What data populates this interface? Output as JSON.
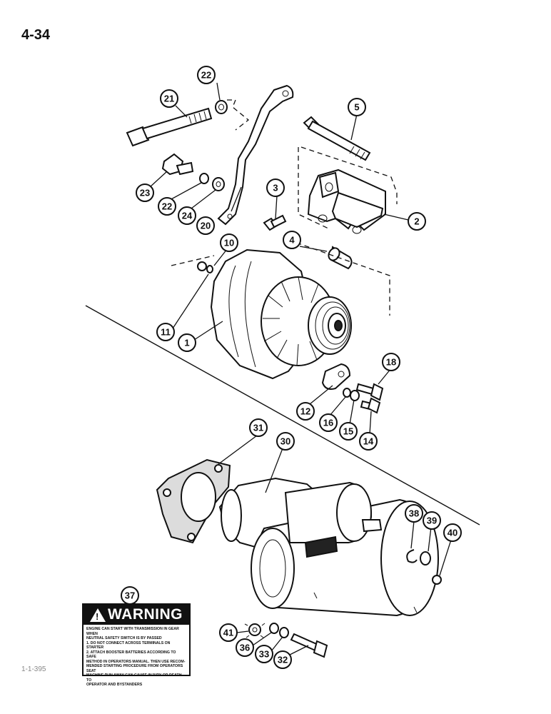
{
  "page": {
    "number": "4-34",
    "figure_code": "1-1-395"
  },
  "callouts": {
    "c1": "1",
    "c2": "2",
    "c3": "3",
    "c4": "4",
    "c5": "5",
    "c10": "10",
    "c11": "11",
    "c12": "12",
    "c14": "14",
    "c15": "15",
    "c16": "16",
    "c18": "18",
    "c20": "20",
    "c21": "21",
    "c22a": "22",
    "c22b": "22",
    "c23": "23",
    "c24": "24",
    "c30": "30",
    "c31": "31",
    "c32": "32",
    "c33": "33",
    "c36": "36",
    "c37": "37",
    "c38": "38",
    "c39": "39",
    "c40": "40",
    "c41": "41"
  },
  "warning_decal": {
    "title": "WARNING",
    "lines": [
      "ENGINE CAN START WITH TRANSMISSION IN GEAR WHEN",
      "NEUTRAL SAFETY SWITCH IS BY PASSED",
      "1. DO NOT CONNECT ACROSS TERMINALS ON STARTER",
      "2. ATTACH BOOSTER BATTERIES ACCORDING TO SAFE",
      "METHOD IN OPERATORS MANUAL. THEN USE RECOM-",
      "MENDED STARTING PROCEDURE FROM OPERATORS SEAT",
      "MACHINE RUN AWAY CAN CAUSE INJURY OR DEATH TO",
      "OPERATOR AND BYSTANDERS"
    ]
  }
}
